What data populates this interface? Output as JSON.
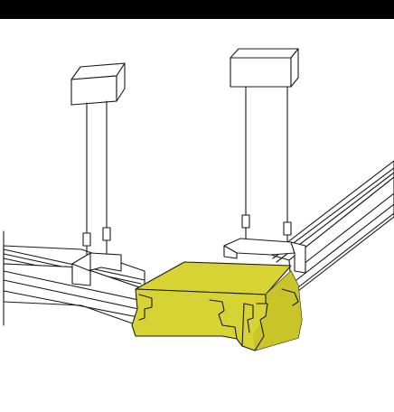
{
  "colors": {
    "connector_fill": "#d8d334",
    "connector_shade": "#bfb91e",
    "line": "#1a1a1a",
    "background": "#ffffff",
    "top_bar": "#000000"
  },
  "icons": {
    "top_bar": "black-header-band"
  },
  "parts": [
    "left-suspension-box",
    "right-suspension-box",
    "left-suspension-cables",
    "right-suspension-cables",
    "left-mounting-bracket",
    "right-mounting-bracket",
    "left-rail-profile",
    "right-rail-profile",
    "corner-connector"
  ]
}
